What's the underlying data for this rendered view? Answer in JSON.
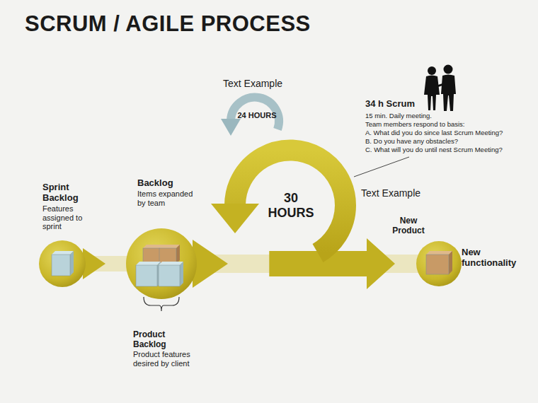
{
  "diagram": {
    "title": "SCRUM / AGILE PROCESS",
    "nodes": [
      {
        "text": [
          "Sprint Backlog",
          "Features assigned to sprint"
        ]
      },
      {
        "text": [
          "Backlog",
          "Items expanded by team"
        ]
      },
      {
        "text": [
          "New Product",
          "New functionality"
        ]
      }
    ],
    "edges": [
      {
        "from": 0,
        "to": 1,
        "arrow": "to"
      },
      {
        "from": 1,
        "to": 2,
        "arrow": "to"
      }
    ],
    "labels": [
      "Text Example",
      "24 HOURS",
      "34 h Scrum",
      "15 min. Daily meeting.",
      "Team members respond to basis:",
      "A. What did you do since last Scrum Meeting?",
      "B. Do you have any obstacles?",
      "C. What will you do until nest Scrum Meeting?",
      "30 HOURS",
      "Text Example",
      "Product Backlog",
      "Product features desired by client"
    ]
  }
}
